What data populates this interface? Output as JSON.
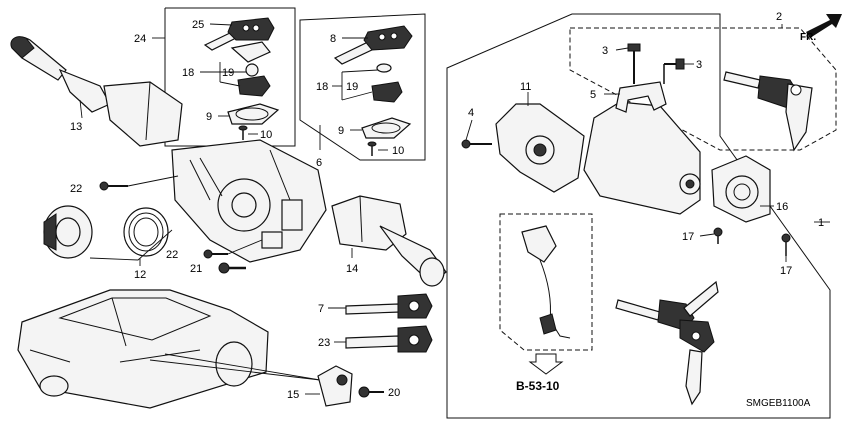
{
  "callouts": {
    "c1": "1",
    "c2": "2",
    "c3a": "3",
    "c3b": "3",
    "c4": "4",
    "c5": "5",
    "c6": "6",
    "c7": "7",
    "c8": "8",
    "c9a": "9",
    "c9b": "9",
    "c10a": "10",
    "c10b": "10",
    "c11": "11",
    "c12": "12",
    "c13": "13",
    "c14": "14",
    "c15": "15",
    "c16": "16",
    "c17a": "17",
    "c17b": "17",
    "c18a": "18",
    "c18b": "18",
    "c19a": "19",
    "c19b": "19",
    "c20": "20",
    "c21": "21",
    "c22a": "22",
    "c22b": "22",
    "c23": "23",
    "c24": "24",
    "c25": "25"
  },
  "reference": "B-53-10",
  "front_label": "FR.",
  "diagram_code": "SMGEB1100A",
  "colors": {
    "line": "#111111",
    "fill": "#f4f4f4",
    "background": "#ffffff"
  }
}
